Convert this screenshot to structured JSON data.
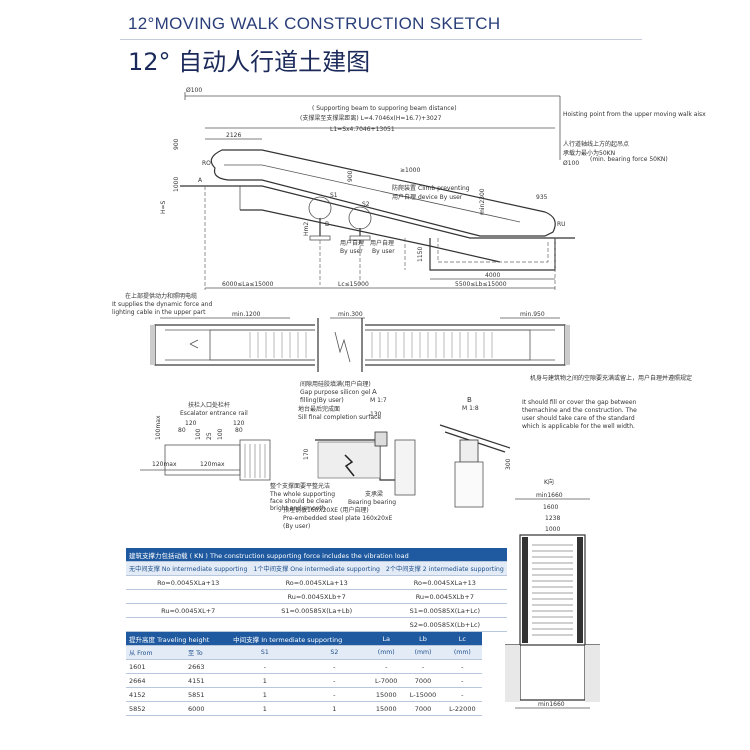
{
  "header": {
    "title_en": "12°MOVING WALK CONSTRUCTION SKETCH",
    "title_cn": "12° 自动人行道土建图"
  },
  "drawing": {
    "side_view": {
      "dia_top": "Ø100",
      "note_beam_en": "( Supporting beam to supporing beam distance)",
      "note_beam_formula": "(支撑梁至支撑梁距离) L=4.7046x(H=16.7)+3027",
      "dim_L1": "L1=Sx4.7046+13051",
      "dim_2126": "2126",
      "dim_900": "900",
      "dim_1000": "1000",
      "label_RO": "RO",
      "label_A": "A",
      "label_H": "H=S",
      "dim_a1000": "≥1000",
      "dim_900b": "900",
      "note_climb_cn": "防爬装置",
      "note_climb_en": "Climb preventing",
      "note_climb_cn2": "用户自理",
      "note_climb_en2": "device By user",
      "label_S1": "S1",
      "label_S2": "S2",
      "label_B": "B",
      "label_Hm": "Hm2",
      "dim_min2300": "min2300",
      "dim_935": "935",
      "label_RU": "RU",
      "dim_1150": "1150",
      "by_user_cn1": "用户自理",
      "by_user_en1": "By user",
      "by_user_cn2": "用户自理",
      "by_user_en2": "By user",
      "dim_4000": "4000",
      "dim_La": "6000≤La≤15000",
      "dim_Lc": "Lc≤15000",
      "dim_Lb": "5500≤Lb≤15000",
      "hoist_en": "Hoisting point from the upper moving walk aisx",
      "hoist_cn": "人行道轴线上方的起吊点",
      "hoist_load_cn": "承载力最小为50KN",
      "hoist_dia": "Ø100",
      "hoist_load_en": "(min. bearing force 50KN)"
    },
    "plan_view": {
      "power_cn": "在上部提供动力和照明电缆",
      "power_en1": "It supplies the dynamic force and",
      "power_en2": "lighting cable in the upper part",
      "dim_min1200": "min.1200",
      "dim_min300": "min.300",
      "dim_min950": "min.950",
      "gap_cn": "机身与建筑物之间的空隙要充满或留上，用户自理并遵照规定",
      "gap_en1": "It should fill or cover the gap between",
      "gap_en2": "themachine and the construction. The",
      "gap_en3": "user should take care of the standard",
      "gap_en4": "which is applicable for the well width.",
      "silicon_cn": "间隙用硅胶填满(用户自理)",
      "silicon_en1": "Gap purpose silicon gel",
      "silicon_en2": "filling(By user)"
    },
    "details": {
      "rail_cn": "扶栏入口处栏杆",
      "rail_en": "Escalator entrance rail",
      "dim_120a": "120",
      "dim_120b": "120",
      "dim_80a": "80",
      "dim_80b": "80",
      "dim_100a": "100",
      "dim_100b": "100",
      "dim_25": "25",
      "dim_100max": "100max",
      "dim_120max1": "120max",
      "dim_120max2": "120max",
      "detail_A": "A",
      "detail_A_scale": "M 1:7",
      "detail_B": "B",
      "detail_B_scale": "M 1:8",
      "sill_cn": "地台最后完成面",
      "sill_en": "Sill final completion surface",
      "dim_130": "130",
      "dim_170": "170",
      "dim_300": "300",
      "support_cn": "整个支撑面要平整光洁",
      "support_en1": "The whole supporting",
      "support_en2": "face should be clean",
      "support_en3": "bright and smooth",
      "beam_cn": "支承梁",
      "beam_en": "Bearing bearing",
      "plate_cn": "预埋钢板160X20XE (用户自理)",
      "plate_en1": "Pre-embedded steel plate 160x20xE",
      "plate_en2": "(By user)"
    },
    "section_K": {
      "label": "K向",
      "dim_min1660_top": "min1660",
      "dim_1600": "1600",
      "dim_1238": "1238",
      "dim_1000": "1000",
      "dim_min1660_bot": "min1660"
    }
  },
  "table1": {
    "title_cn": "建筑支撑力包括动载 ( KN )",
    "title_en": "The construction supporting force includes the vibration load",
    "col1_cn": "无中间支撑",
    "col1_en": "No intermediate supporting",
    "col2_cn": "1个中间支撑",
    "col2_en": "One intermediate supporting",
    "col3_cn": "2个中间支撑",
    "col3_en": "2 intermediate supporting",
    "rows": [
      [
        "Ro=0.0045XLa+13",
        "Ro=0.0045XLa+13",
        "Ro=0.0045XLa+13"
      ],
      [
        "",
        "Ru=0.0045XLb+7",
        "Ru=0.0045XLb+7"
      ],
      [
        "Ru=0.0045XL+7",
        "S1=0.00585X(La+Lb)",
        "S1=0.00585X(La+Lc)"
      ],
      [
        "",
        "",
        "S2=0.00585X(Lb+Lc)"
      ]
    ]
  },
  "table2": {
    "h_height_cn": "提升高度",
    "h_height_en": "Traveling height",
    "h_inter_cn": "中间支撑",
    "h_inter_en": "In termediate supporting",
    "h_La": "La",
    "h_Lb": "Lb",
    "h_Lc": "Lc",
    "h_mm": "(mm)",
    "h_from": "从 From",
    "h_to": "至 To",
    "h_S1": "S1",
    "h_S2": "S2",
    "rows": [
      [
        "1601",
        "2663",
        "-",
        "-",
        "-",
        "-",
        "-"
      ],
      [
        "2664",
        "4151",
        "1",
        "-",
        "L-7000",
        "7000",
        "-"
      ],
      [
        "4152",
        "5851",
        "1",
        "-",
        "15000",
        "L-15000",
        "-"
      ],
      [
        "5852",
        "6000",
        "1",
        "1",
        "15000",
        "7000",
        "L-22000"
      ]
    ]
  }
}
